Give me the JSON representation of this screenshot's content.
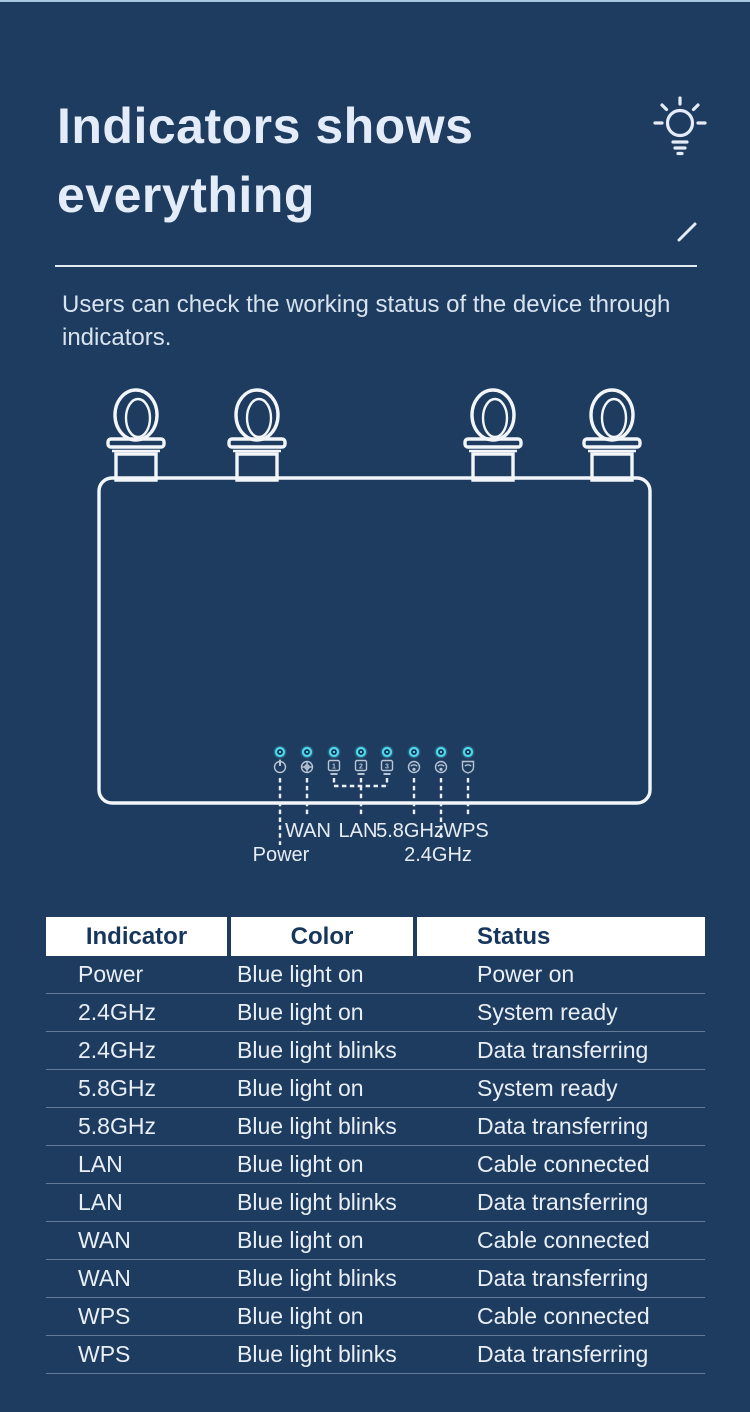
{
  "header": {
    "title_line1": "Indicators shows",
    "title_line2": "everything",
    "subtitle_line1": "Users can check the working status of the device through",
    "subtitle_line2": "indicators."
  },
  "device": {
    "labels": {
      "power": "Power",
      "wan": "WAN",
      "lan": "LAN",
      "band58": "5.8GHz",
      "band24": "2.4GHz",
      "wps": "WPS"
    },
    "lan_ports": [
      "1",
      "2",
      "3"
    ],
    "led_count": 8,
    "led_color": "#4fd9ea",
    "outline_color": "#f2f6fa"
  },
  "table": {
    "headers": [
      "Indicator",
      "Color",
      "Status"
    ],
    "rows": [
      [
        "Power",
        "Blue light on",
        "Power on"
      ],
      [
        "2.4GHz",
        "Blue light on",
        "System ready"
      ],
      [
        "2.4GHz",
        "Blue light blinks",
        "Data transferring"
      ],
      [
        "5.8GHz",
        "Blue light on",
        "System ready"
      ],
      [
        "5.8GHz",
        "Blue light blinks",
        "Data transferring"
      ],
      [
        "LAN",
        "Blue light on",
        "Cable connected"
      ],
      [
        "LAN",
        "Blue light blinks",
        "Data transferring"
      ],
      [
        "WAN",
        "Blue light on",
        "Cable connected"
      ],
      [
        "WAN",
        "Blue light blinks",
        "Data transferring"
      ],
      [
        "WPS",
        "Blue light on",
        "Cable connected"
      ],
      [
        "WPS",
        "Blue light blinks",
        "Data transferring"
      ]
    ]
  },
  "colors": {
    "background": "#1e3c5f",
    "accent_strip": "#a9c6e3",
    "text_light": "#e3ecf8",
    "header_box_bg": "#ffffff",
    "header_text": "#17365c",
    "led_cyan": "#4fd9ea"
  }
}
